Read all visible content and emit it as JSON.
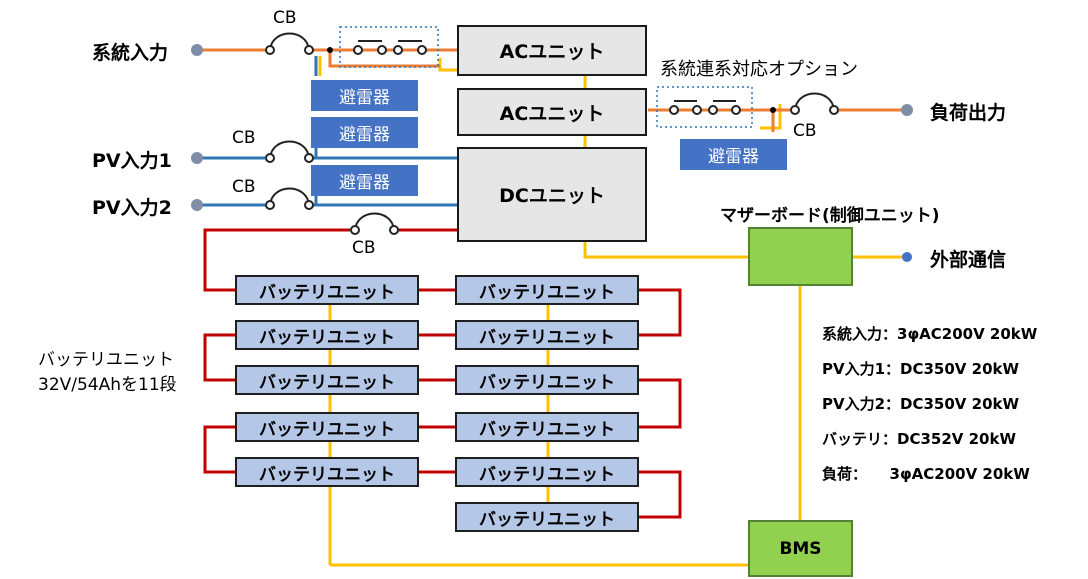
{
  "labels": {
    "grid_input": "系統入力",
    "pv_input_1": "PV入力1",
    "pv_input_2": "PV入力2",
    "load_output": "負荷出力",
    "external_comm": "外部通信",
    "grid_option": "系統連系対応オプション",
    "motherboard": "マザーボード(制御ユニット)",
    "battery_note_1": "バッテリユニット",
    "battery_note_2": "32V/54Ahを11段",
    "cb": "CB"
  },
  "units": {
    "ac_unit_1": "ACユニット",
    "ac_unit_2": "ACユニット",
    "dc_unit": "DCユニット",
    "arrester": "避雷器",
    "bms": "BMS"
  },
  "battery_unit_label": "バッテリユニット",
  "battery_count": 11,
  "specs": [
    "系統入力：3φAC200V 20kW",
    "PV入力1：DC350V 20kW",
    "PV入力2：DC350V 20kW",
    "バッテリ：DC352V 20kW",
    "負荷：　　3φAC200V 20kW"
  ],
  "colors": {
    "ac_line": "#ed7d31",
    "pv_line": "#2e75b6",
    "battery_line": "#c00000",
    "comm_line": "#ffc000",
    "terminal": "#7f8ea6",
    "arrester": "#4472c4",
    "battery_fill": "#b4c7e7",
    "board": "#92d050"
  }
}
